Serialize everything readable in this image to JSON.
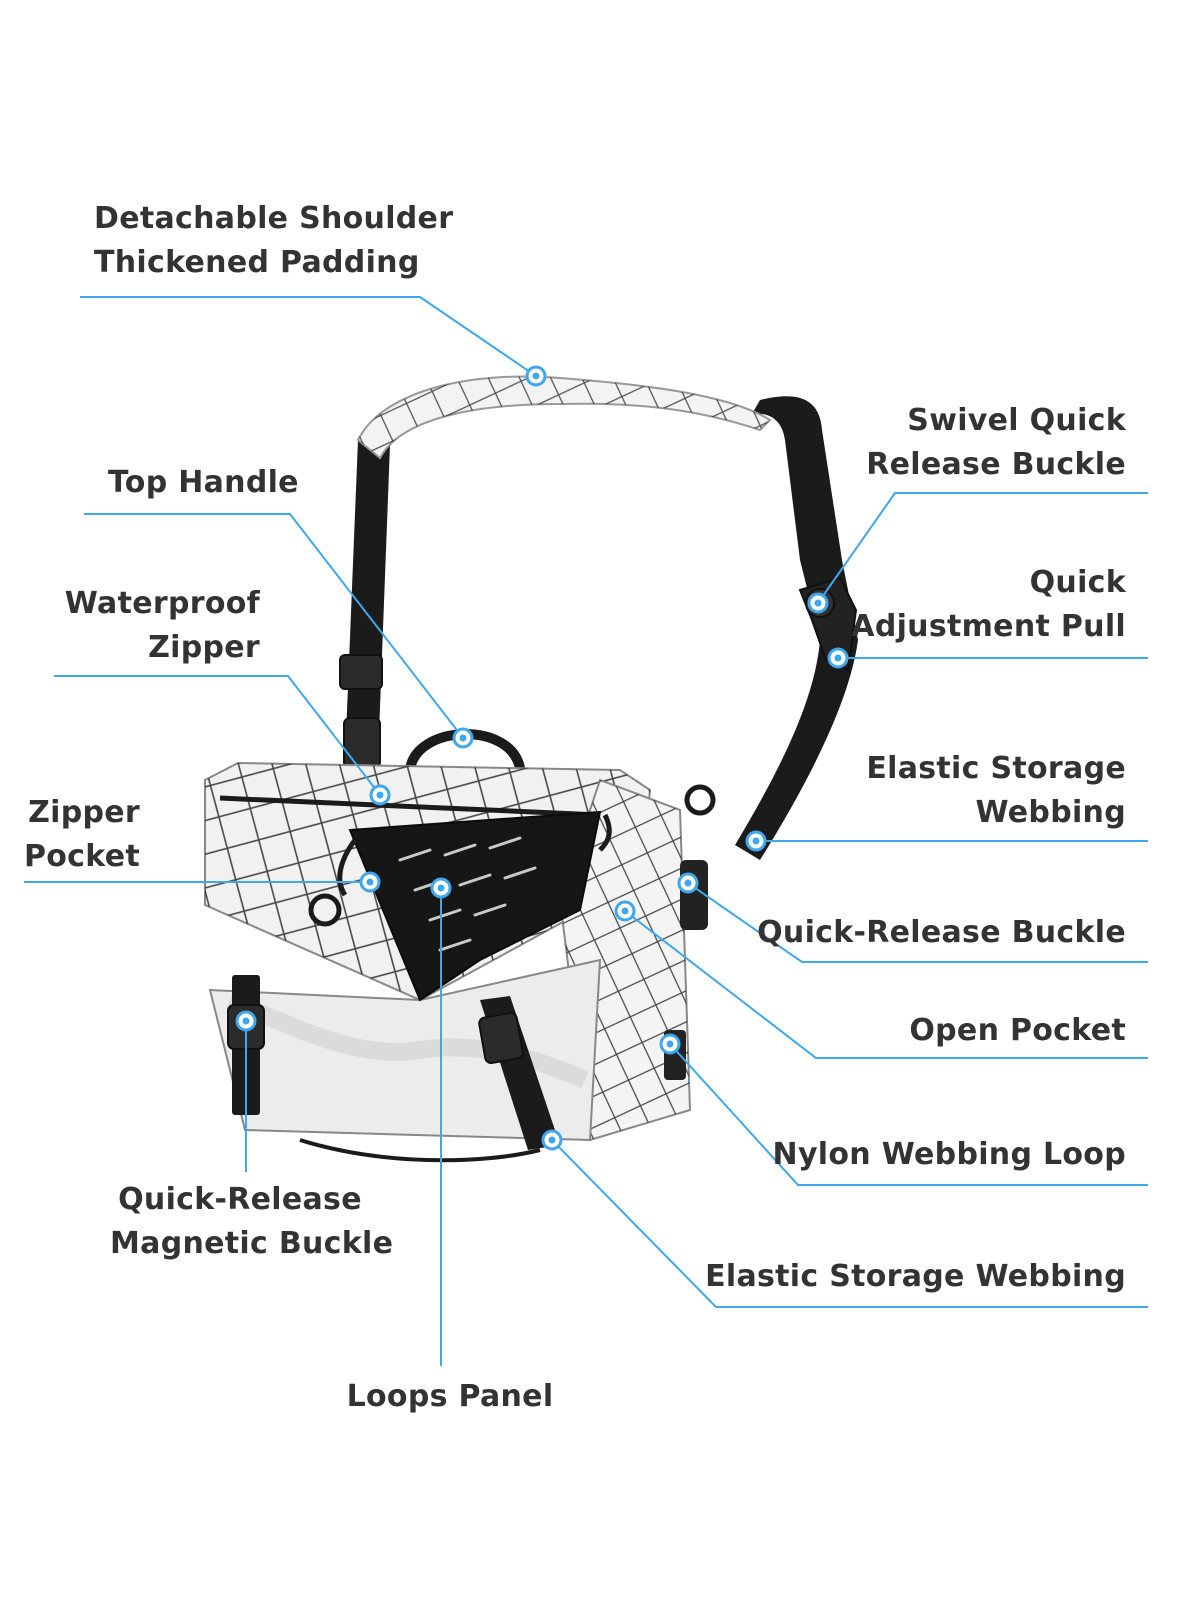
{
  "colors": {
    "leader": "#3ea7ee",
    "text": "#333333",
    "strap": "#1b1b1b",
    "fabric": "#efefef",
    "grid": "#2a2a2a"
  },
  "callouts": {
    "shoulder": [
      "Detachable Shoulder",
      "Thickened Padding"
    ],
    "top_handle": [
      "Top Handle"
    ],
    "waterproof_zipper": [
      "Waterproof",
      "Zipper"
    ],
    "zipper_pocket": [
      "Zipper",
      "Pocket"
    ],
    "swivel_buckle": [
      "Swivel Quick",
      "Release Buckle"
    ],
    "adjustment_pull": [
      "Quick",
      "Adjustment Pull"
    ],
    "elastic_webbing_top": [
      "Elastic Storage",
      "Webbing"
    ],
    "qr_buckle": [
      "Quick-Release Buckle"
    ],
    "open_pocket": [
      "Open Pocket"
    ],
    "nylon_loop": [
      "Nylon Webbing Loop"
    ],
    "elastic_webbing_bottom": [
      "Elastic Storage Webbing"
    ],
    "magnetic_buckle": [
      "Quick-Release",
      "Magnetic Buckle"
    ],
    "loops_panel": [
      "Loops Panel"
    ]
  }
}
